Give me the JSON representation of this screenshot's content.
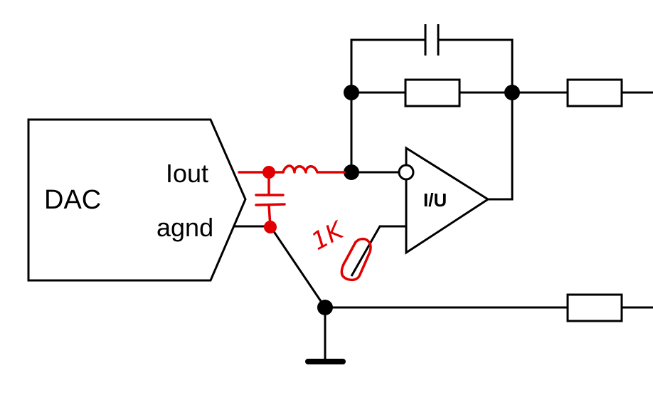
{
  "diagram": {
    "dac_label": "DAC",
    "pin_iout": "Iout",
    "pin_agnd": "agnd",
    "opamp_label": "I/U",
    "annotation_resistor": "1K"
  },
  "colors": {
    "ink": "#000000",
    "annotation": "#e00000"
  }
}
